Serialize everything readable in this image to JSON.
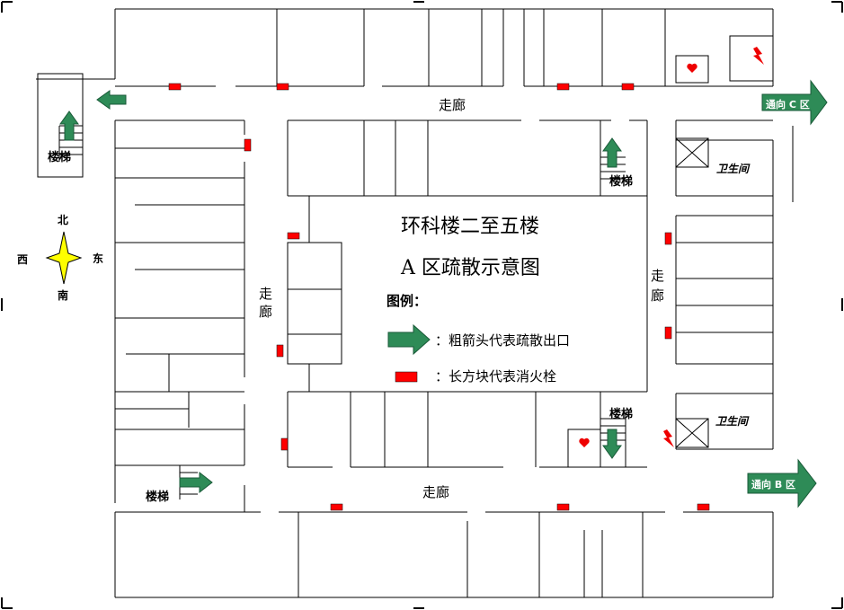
{
  "title": {
    "line1": "环科楼二至五楼",
    "line2": "A 区疏散示意图"
  },
  "legend": {
    "heading": "图例：",
    "arrow_text": "：粗箭头代表疏散出口",
    "rect_text": "：长方块代表消火栓"
  },
  "labels": {
    "corridor_top": "走廊",
    "corridor_bottom": "走廊",
    "corridor_left_a": "走",
    "corridor_left_b": "廊",
    "corridor_right_a": "走",
    "corridor_right_b": "廊",
    "stair_left_top": "楼梯",
    "stair_inner_top": "楼梯",
    "stair_inner_bottom": "楼梯",
    "stair_left_bottom": "楼梯",
    "wc_top": "卫生间",
    "wc_bottom": "卫生间",
    "exit_c": "通向 C 区",
    "exit_b": "通向 B 区"
  },
  "compass": {
    "north": "北",
    "south": "南",
    "east": "东",
    "west": "西"
  },
  "colors": {
    "arrow": "#2e8b57",
    "hydrant": "#ff0000",
    "star": "#ffff00"
  },
  "icons": [
    "heart-icon",
    "lightning-icon",
    "compass-star-icon",
    "arrow-icon",
    "fire-hydrant-icon"
  ]
}
